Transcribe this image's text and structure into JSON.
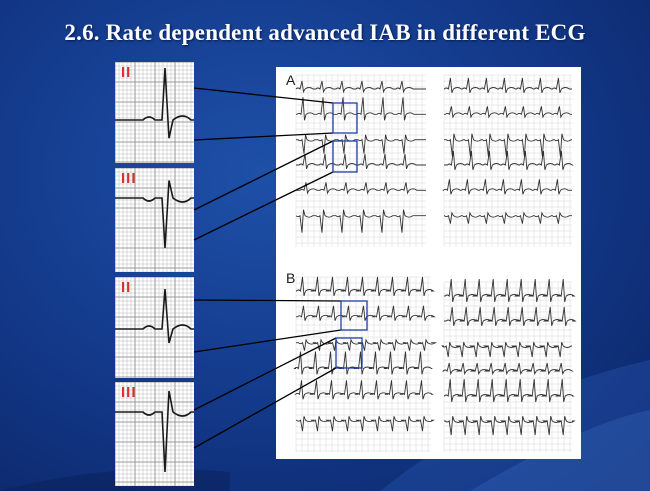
{
  "slide": {
    "title": "2.6. Rate dependent advanced IAB in different ECG"
  },
  "zoom_strips": [
    {
      "lead": "II"
    },
    {
      "lead": "III"
    },
    {
      "lead": "II"
    },
    {
      "lead": "III"
    }
  ],
  "ecg_panels": [
    {
      "label": "A"
    },
    {
      "label": "B"
    }
  ],
  "colors": {
    "background": "#143c8e",
    "title_text": "#ffffff",
    "lead_label": "#d8322e",
    "highlight_box": "#1f3fa8",
    "connector_line": "#000000"
  }
}
